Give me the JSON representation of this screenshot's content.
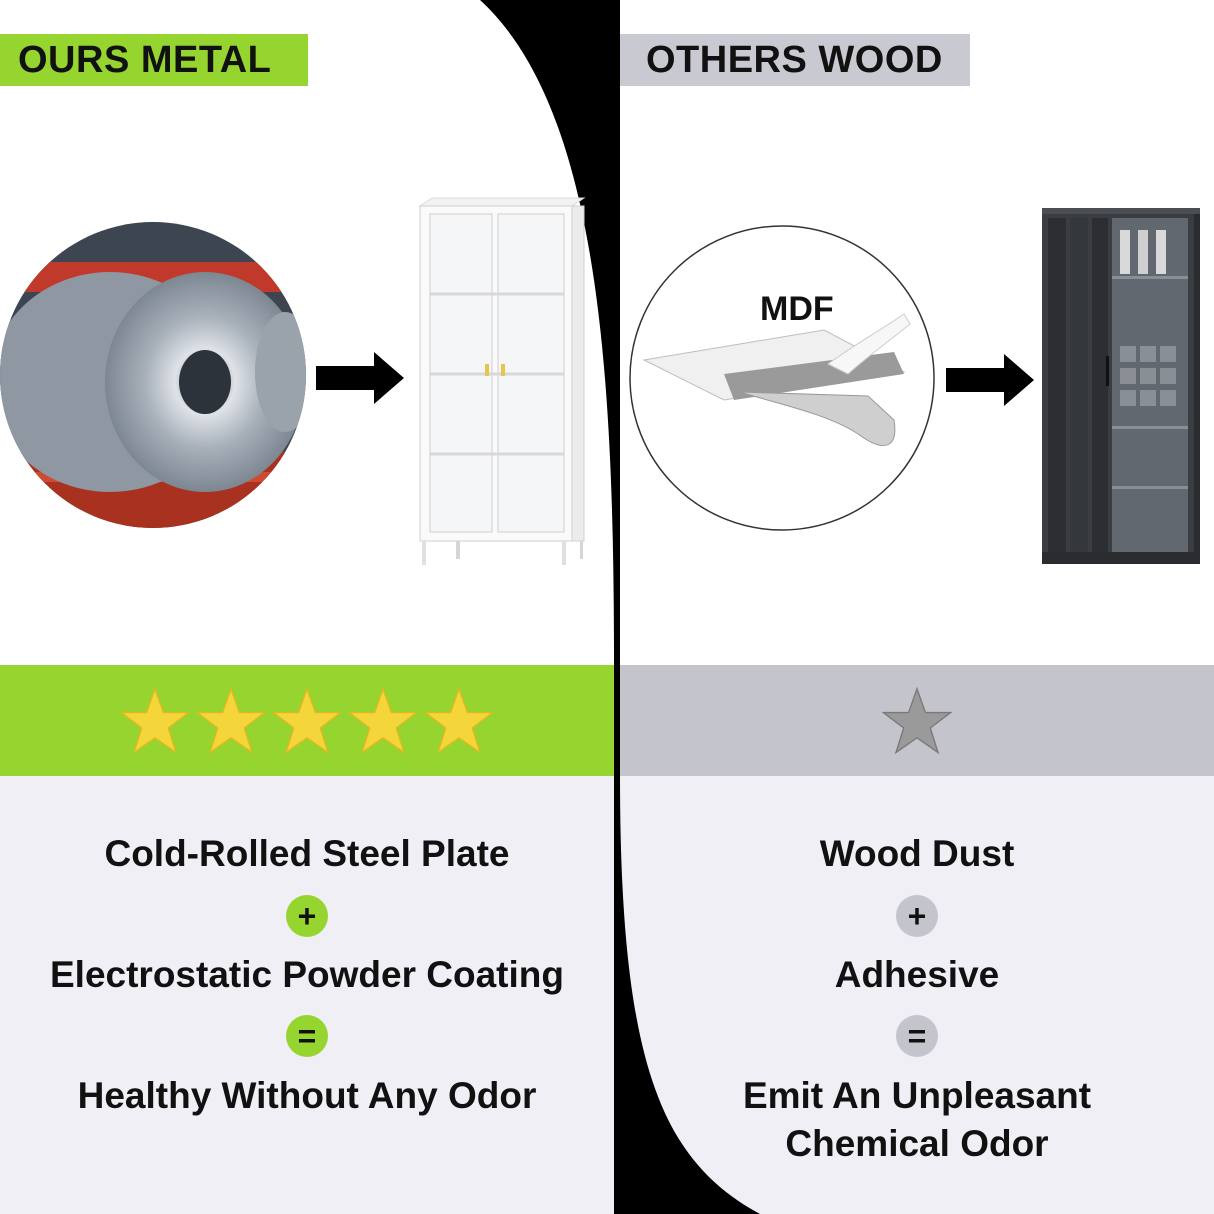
{
  "left": {
    "label": "OURS METAL",
    "rating": 5,
    "line1": "Cold-Rolled Steel Plate",
    "op1": "+",
    "line2": "Electrostatic Powder Coating",
    "op2": "=",
    "line3": "Healthy Without Any Odor"
  },
  "right": {
    "label": "OTHERS WOOD",
    "rating": 1,
    "mdf_label": "MDF",
    "line1": "Wood Dust",
    "op1": "+",
    "line2": "Adhesive",
    "op2": "=",
    "line3a": "Emit An Unpleasant",
    "line3b": "Chemical Odor"
  },
  "colors": {
    "green": "#96d42f",
    "grey": "#c4c4cc",
    "divider": "#000000",
    "star_gold": "#f5d63a",
    "star_silver": "#9a9a9a"
  },
  "icons": {
    "arrow": "right-arrow-icon",
    "star": "star-icon"
  }
}
